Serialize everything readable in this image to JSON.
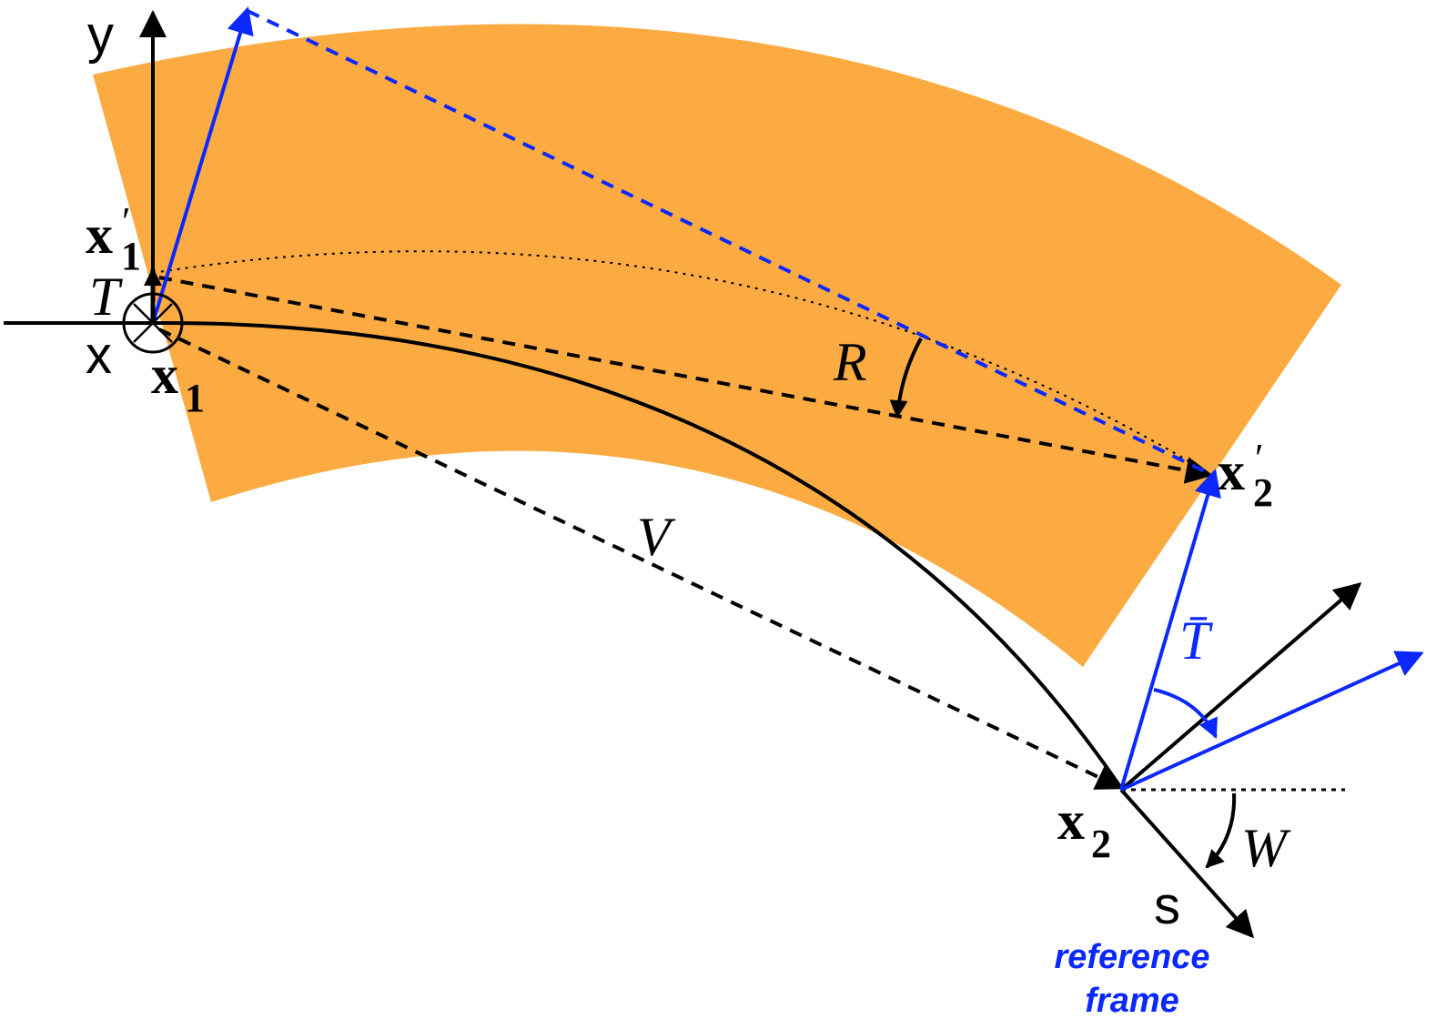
{
  "colors": {
    "band_fill": "#fbab42",
    "black": "#000000",
    "blue": "#0a28ff"
  },
  "labels": {
    "y_axis": "y",
    "x_axis": "x",
    "s_axis": "s",
    "x1_prime_base": "x",
    "x1_prime_sub": "1",
    "x1_prime_mark": "′",
    "x1_base": "x",
    "x1_sub": "1",
    "x2_prime_base": "x",
    "x2_prime_sub": "2",
    "x2_prime_mark": "′",
    "x2_base": "x",
    "x2_sub": "2",
    "T": "T",
    "T_bar": "T̄",
    "R": "R",
    "V": "V",
    "W": "W",
    "reference_line1": "reference",
    "reference_line2": "frame"
  }
}
